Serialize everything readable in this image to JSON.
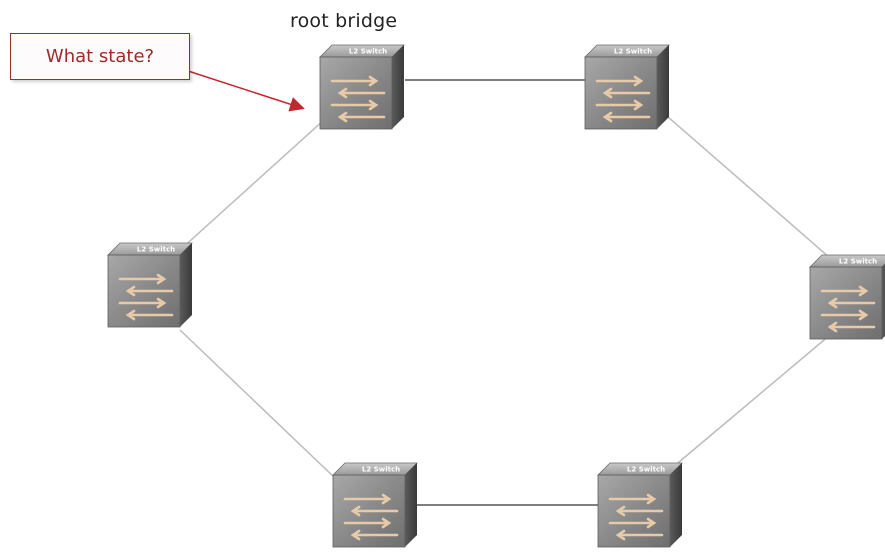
{
  "diagram": {
    "root_label": "root bridge",
    "callout_text": "What state?",
    "switch_label": "L2 Switch",
    "colors": {
      "link": "#bcbcbc",
      "root_link": "#555555",
      "callout_border": "#9e2a2a",
      "arrow": "#c0282d",
      "switch_face": "#8e8e8e",
      "switch_arrows": "#e8c9a8"
    },
    "switches": [
      {
        "id": "sw-root-bridge"
      },
      {
        "id": "sw-top-right"
      },
      {
        "id": "sw-right"
      },
      {
        "id": "sw-bottom-right"
      },
      {
        "id": "sw-bottom-left"
      },
      {
        "id": "sw-left"
      }
    ],
    "links": [
      {
        "from": "sw-root-bridge",
        "to": "sw-top-right"
      },
      {
        "from": "sw-top-right",
        "to": "sw-right"
      },
      {
        "from": "sw-right",
        "to": "sw-bottom-right"
      },
      {
        "from": "sw-bottom-right",
        "to": "sw-bottom-left"
      },
      {
        "from": "sw-bottom-left",
        "to": "sw-left"
      },
      {
        "from": "sw-left",
        "to": "sw-root-bridge"
      }
    ]
  }
}
